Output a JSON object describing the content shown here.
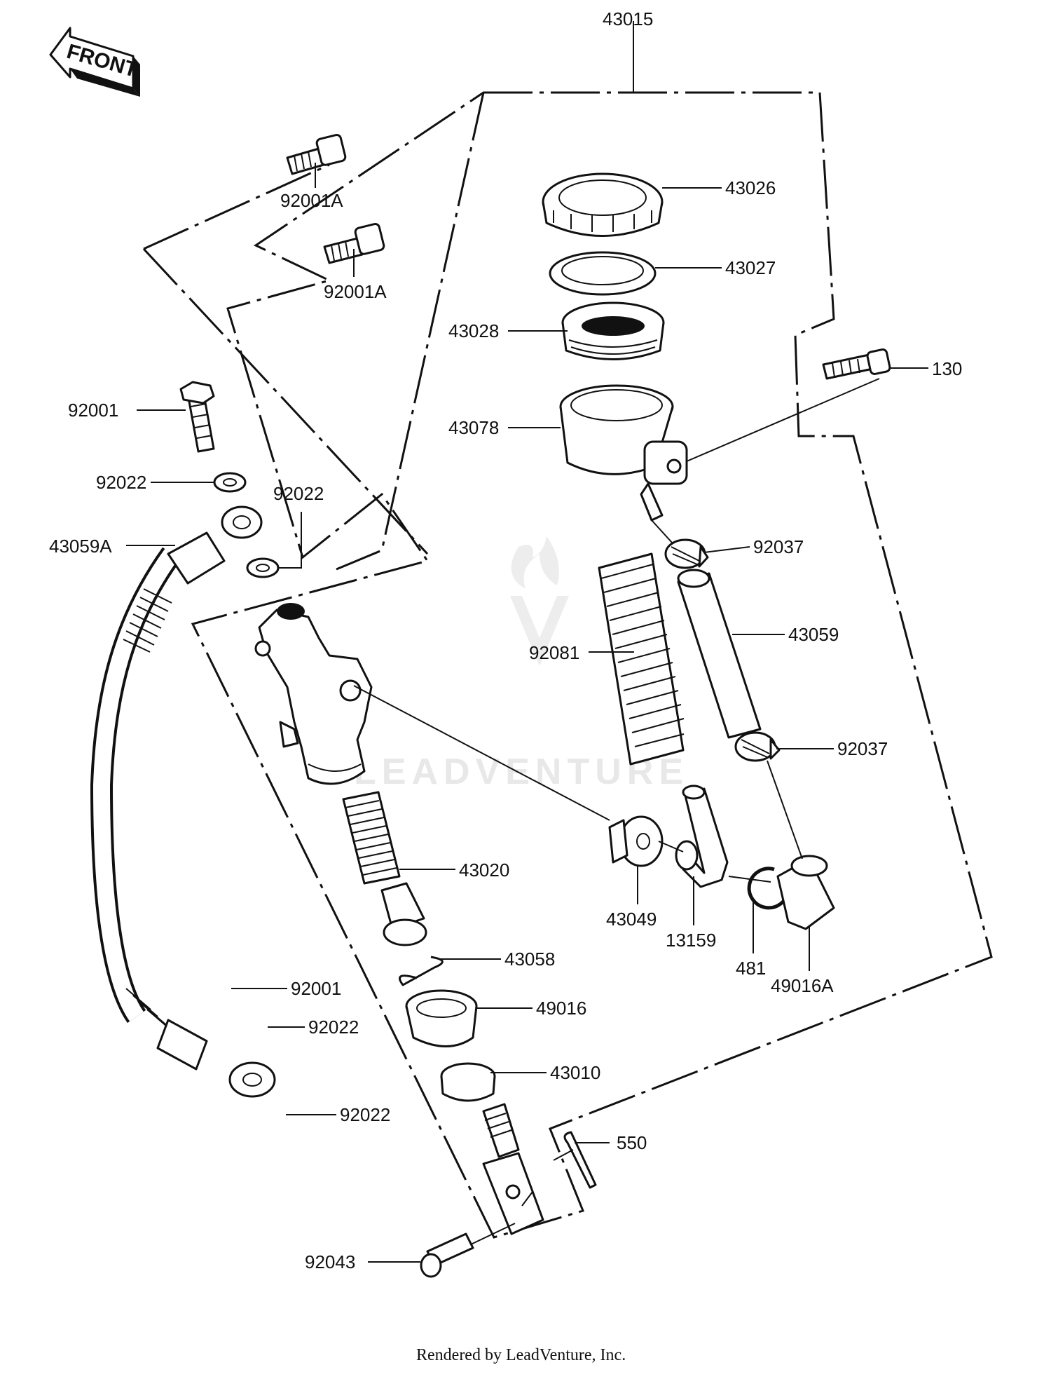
{
  "direction_badge": "FRONT",
  "watermark": "LEADVENTURE",
  "footer": "Rendered by LeadVenture, Inc.",
  "parts": [
    {
      "id": "p43015",
      "label": "43015"
    },
    {
      "id": "p43026",
      "label": "43026"
    },
    {
      "id": "p43027",
      "label": "43027"
    },
    {
      "id": "p43028",
      "label": "43028"
    },
    {
      "id": "p43078",
      "label": "43078"
    },
    {
      "id": "p130",
      "label": "130"
    },
    {
      "id": "p92001A_1",
      "label": "92001A"
    },
    {
      "id": "p92001A_2",
      "label": "92001A"
    },
    {
      "id": "p92001_1",
      "label": "92001"
    },
    {
      "id": "p92022_1",
      "label": "92022"
    },
    {
      "id": "p92022_2",
      "label": "92022"
    },
    {
      "id": "p43059A",
      "label": "43059A"
    },
    {
      "id": "p92037_1",
      "label": "92037"
    },
    {
      "id": "p92081",
      "label": "92081"
    },
    {
      "id": "p43059",
      "label": "43059"
    },
    {
      "id": "p92037_2",
      "label": "92037"
    },
    {
      "id": "p43020",
      "label": "43020"
    },
    {
      "id": "p43049",
      "label": "43049"
    },
    {
      "id": "p13159",
      "label": "13159"
    },
    {
      "id": "p481",
      "label": "481"
    },
    {
      "id": "p49016A",
      "label": "49016A"
    },
    {
      "id": "p43058",
      "label": "43058"
    },
    {
      "id": "p49016",
      "label": "49016"
    },
    {
      "id": "p92001_2",
      "label": "92001"
    },
    {
      "id": "p92022_3",
      "label": "92022"
    },
    {
      "id": "p43010",
      "label": "43010"
    },
    {
      "id": "p92022_4",
      "label": "92022"
    },
    {
      "id": "p550",
      "label": "550"
    },
    {
      "id": "p92043",
      "label": "92043"
    }
  ]
}
